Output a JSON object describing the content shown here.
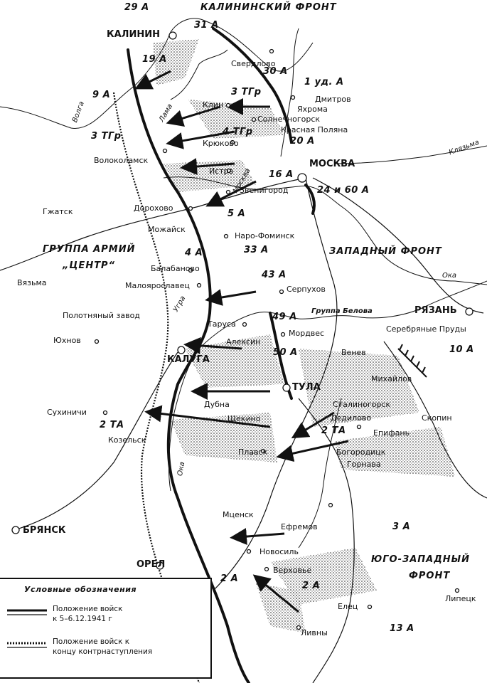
{
  "fronts": {
    "kalinin": "КАЛИНИНСКИЙ ФРОНТ",
    "western": "ЗАПАДНЫЙ ФРОНТ",
    "southwestern_1": "ЮГО-ЗАПАДНЫЙ",
    "southwestern_2": "ФРОНТ",
    "army_group_1": "ГРУППА АРМИЙ",
    "army_group_2": "„ЦЕНТР“",
    "group_belov": "Группа Белова"
  },
  "armies": {
    "a29": "29 А",
    "a31": "31 А",
    "a30": "30 А",
    "a1ud": "1 уд. А",
    "a19": "19 А",
    "a9": "9 А",
    "tgr3_west": "3 ТГр",
    "tgr3_east": "3 ТГр",
    "tgr4": "4 ТГр",
    "a20": "20 А",
    "a16": "16 А",
    "a24_60": "24 и 60 А",
    "a5": "5 А",
    "a33": "33 А",
    "a4": "4 А",
    "a43": "43 А",
    "a49": "49 А",
    "a50": "50 А",
    "a10": "10 А",
    "a2ta_east": "2 ТА",
    "a2ta_west": "2 ТА",
    "a3": "3 А",
    "a2": "2 А",
    "a13": "13 А",
    "a2_west": "2 А"
  },
  "cities": {
    "kalinin": "КАЛИНИН",
    "moscow": "МОСКВА",
    "ryazan": "РЯЗАНЬ",
    "kaluga": "КАЛУГА",
    "tula": "ТУЛА",
    "bryansk": "БРЯНСК",
    "orel": "ОРЕЛ",
    "sverdlovo": "Свердлово",
    "dmitrov": "Дмитров",
    "yakhroma": "Яхрома",
    "klin": "Клин",
    "solnechnogorsk": "Солнечногорск",
    "krasnaya_polyana": "Красная Поляна",
    "kryukovo": "Крюково",
    "volokolamsk": "Волоколамск",
    "istra": "Истра",
    "zvenigorod": "Звенигород",
    "dorokhovo": "Дорохово",
    "gzhatsk": "Гжатск",
    "mozhaisk": "Можайск",
    "naro_fominsk": "Наро-Фоминск",
    "balabanovo": "Балабаново",
    "vyazma": "Вязьма",
    "maloyaroslavets": "Малоярославец",
    "serpukhov": "Серпухов",
    "polotnyany": "Полотняный завод",
    "tarusa": "Таруса",
    "aleksin": "Алексин",
    "mordves": "Мордвес",
    "serebryanye": "Серебряные Пруды",
    "yukhnov": "Юхнов",
    "venev": "Венев",
    "mikhailov": "Михайлов",
    "dubna": "Дубна",
    "stalinogorsk": "Сталиногорск",
    "shchekino": "Щекино",
    "sukhinichi": "Сухиничи",
    "kozelsk": "Козельск",
    "plavsk": "Плавск",
    "bogoroditsk": "Богородицк",
    "skopin": "Скопин",
    "epifan": "Епифань",
    "gornava": "Горнава",
    "dedilovo": "Дедилово",
    "mtsensk": "Мценск",
    "efremov": "Ефремов",
    "novosil": "Новосиль",
    "verkhovye": "Верховье",
    "elets": "Елец",
    "lipetsk": "Липецк",
    "livny": "Ливны"
  },
  "rivers": {
    "volga": "Волга",
    "lama": "Лама",
    "moskva": "Москва",
    "oka": "Ока",
    "oka2": "Ока",
    "klyazma": "Клязьма",
    "ugra": "Угра"
  },
  "legend": {
    "title": "Условные обозначения",
    "item1_line1": "Положение войск",
    "item1_line2": "к 5–6.12.1941 г",
    "item2_line1": "Положение войск к",
    "item2_line2": "концу контрнаступления"
  }
}
